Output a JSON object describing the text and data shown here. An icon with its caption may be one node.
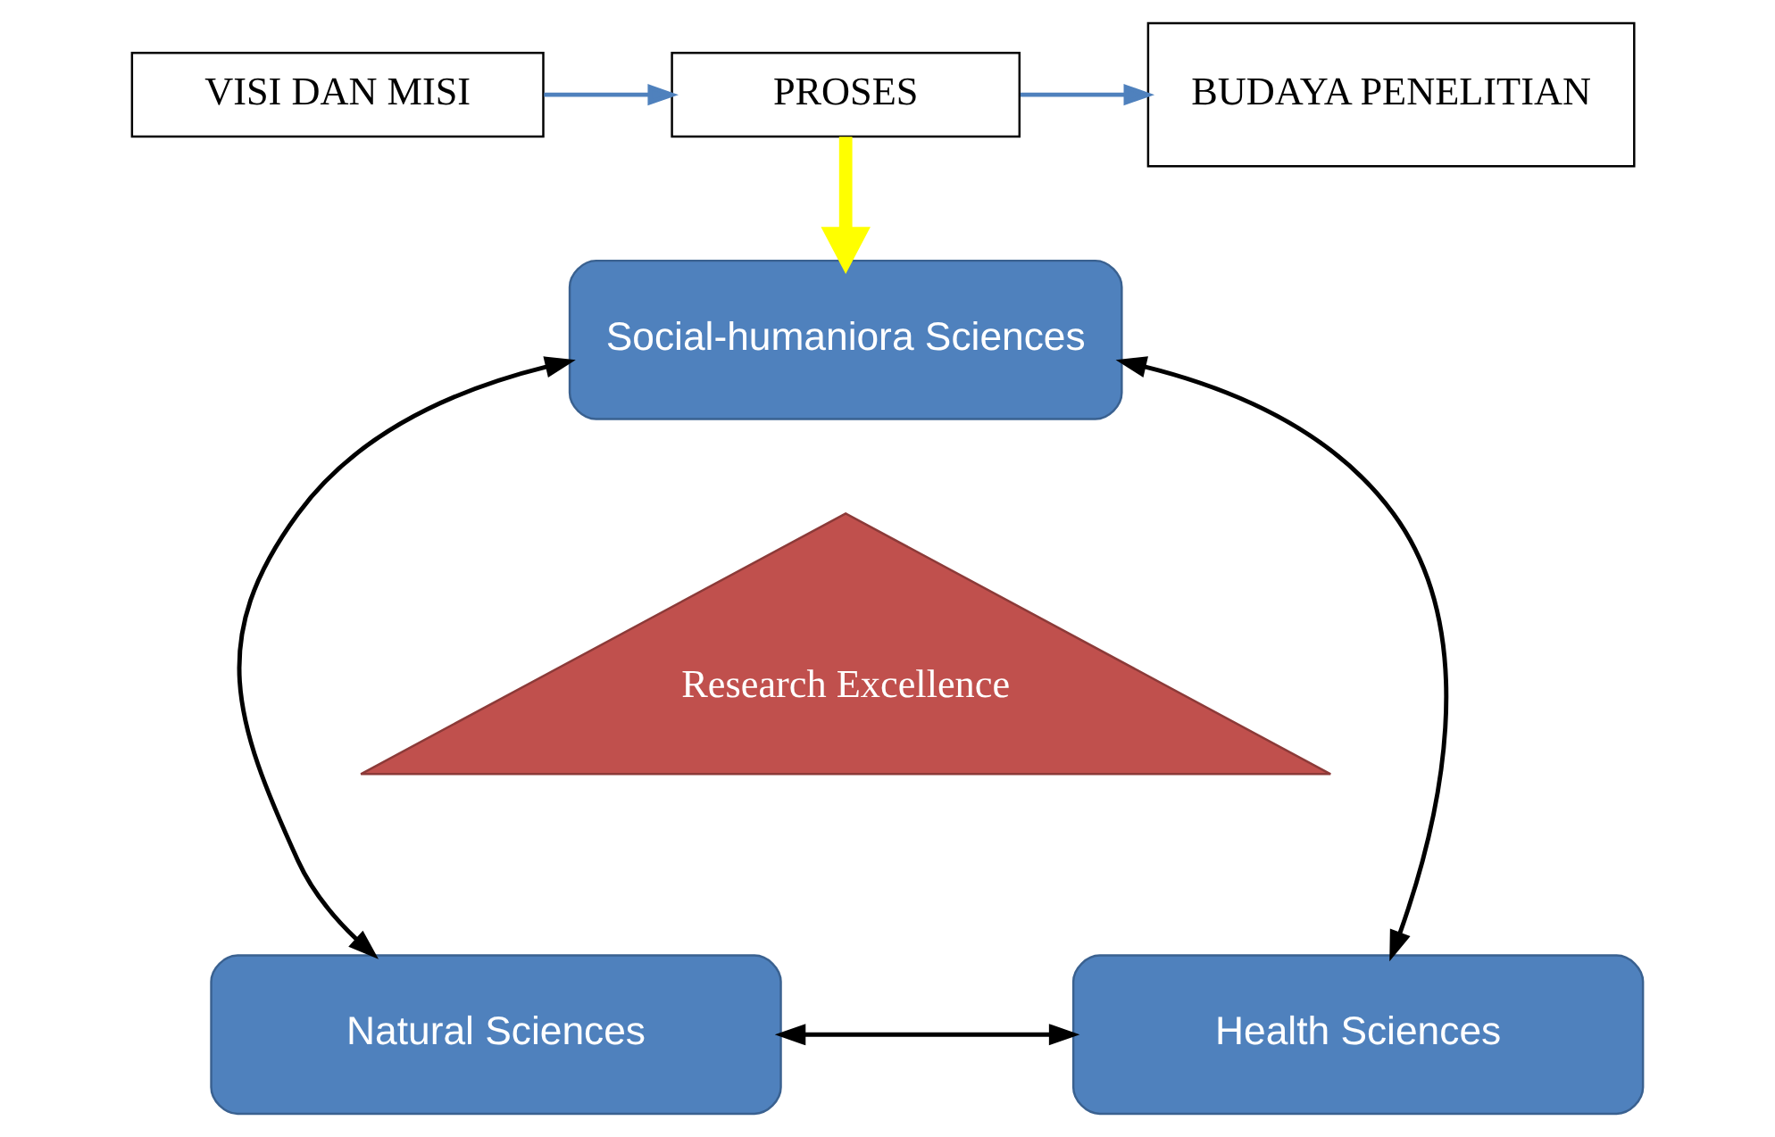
{
  "diagram": {
    "nodes": [
      {
        "text": [
          "VISI DAN MISI"
        ]
      },
      {
        "text": [
          "PROSES"
        ]
      },
      {
        "text": [
          "BUDAYA PENELITIAN"
        ]
      },
      {
        "text": [
          "Social-humaniora Sciences"
        ]
      },
      {
        "text": [
          "Research Excellence"
        ]
      },
      {
        "text": [
          "Natural Sciences"
        ]
      },
      {
        "text": [
          "Health Sciences"
        ]
      }
    ],
    "edges": [
      {
        "from": 0,
        "to": 1,
        "arrow": "to",
        "color": "#4f81bd"
      },
      {
        "from": 1,
        "to": 2,
        "arrow": "to",
        "color": "#4f81bd"
      },
      {
        "from": 1,
        "to": 3,
        "arrow": "to",
        "style": "thick",
        "color": "#ffff00"
      },
      {
        "from": 3,
        "to": 5,
        "arrow": "both"
      },
      {
        "from": 3,
        "to": 6,
        "arrow": "both"
      },
      {
        "from": 5,
        "to": 6,
        "arrow": "both"
      }
    ]
  }
}
